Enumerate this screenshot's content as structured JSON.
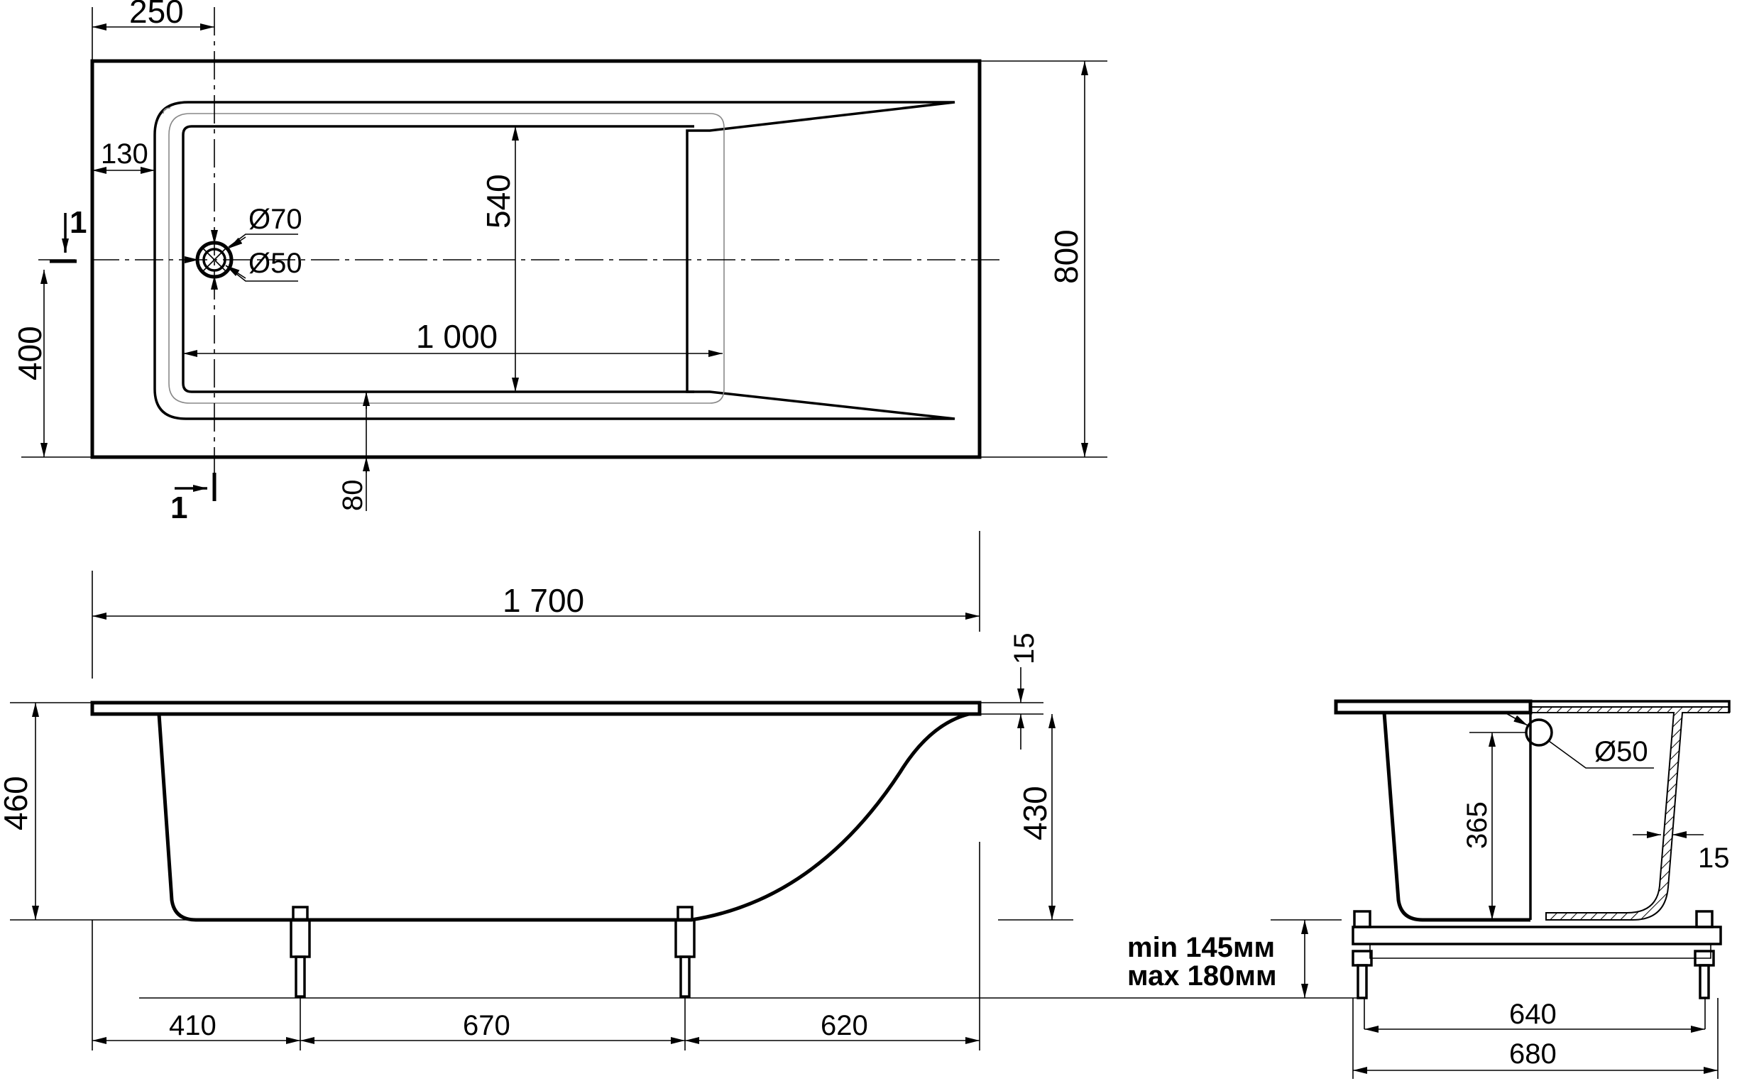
{
  "top_view": {
    "dim_250": "250",
    "dim_130": "130",
    "dim_540": "540",
    "dim_70": "Ø70",
    "dim_50": "Ø50",
    "dim_1000": "1 000",
    "dim_400": "400",
    "dim_80": "80",
    "dim_800": "800",
    "section_label": "1"
  },
  "side_view": {
    "dim_1700": "1 700",
    "dim_15": "15",
    "dim_460": "460",
    "dim_430": "430",
    "dim_410": "410",
    "dim_670": "670",
    "dim_620": "620"
  },
  "end_view": {
    "dim_50": "Ø50",
    "dim_365": "365",
    "dim_15": "15",
    "dim_640": "640",
    "dim_680": "680",
    "leg_min": "min 145мм",
    "leg_max": "мах 180мм"
  }
}
